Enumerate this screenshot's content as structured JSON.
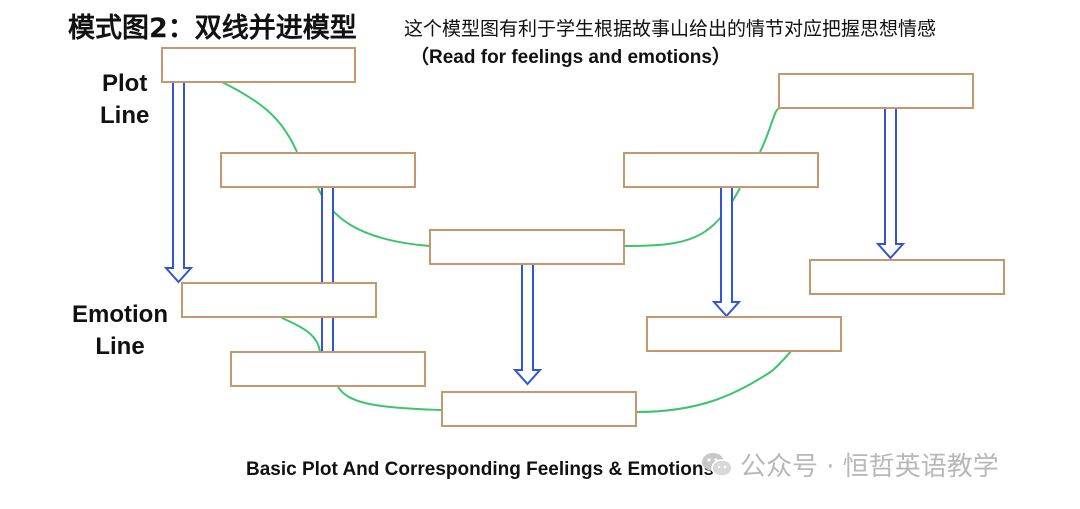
{
  "header": {
    "title": "模式图2：双线并进模型",
    "subtitle_cn": "这个模型图有利于学生根据故事山给出的情节对应把握思想情感",
    "subtitle_en": "（Read for feelings and emotions）"
  },
  "labels": {
    "plot_line": [
      "Plot",
      "Line"
    ],
    "emotion_line": [
      "Emotion",
      "Line"
    ]
  },
  "caption": "Basic Plot And Corresponding Feelings & Emotions",
  "watermark": {
    "text": "公众号 · 恒哲英语教学",
    "icon": "wechat-icon"
  },
  "colors": {
    "box_border": "#c8966b",
    "arrow": "#2f56d8",
    "curve": "#3cc46a"
  },
  "diagram": {
    "plot_boxes": 5,
    "emotion_boxes": 5
  }
}
